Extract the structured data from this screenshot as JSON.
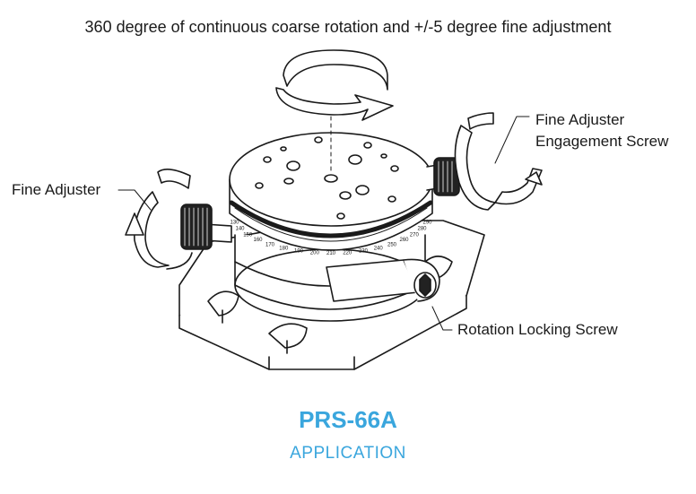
{
  "captions": {
    "rotation": "360 degree of continuous coarse rotation and +/-5 degree fine adjustment",
    "fine_adjuster": "Fine Adjuster",
    "engagement_line1": "Fine Adjuster",
    "engagement_line2": "Engagement Screw",
    "locking": "Rotation Locking Screw"
  },
  "model": "PRS-66A",
  "subtitle": "APPLICATION",
  "scale_ticks": [
    "130",
    "140",
    "150",
    "160",
    "170",
    "180",
    "190",
    "200",
    "210",
    "220",
    "230",
    "240",
    "250",
    "260",
    "270",
    "280",
    "290"
  ],
  "colors": {
    "accent": "#3aa6dd",
    "line": "#1a1a1a"
  }
}
